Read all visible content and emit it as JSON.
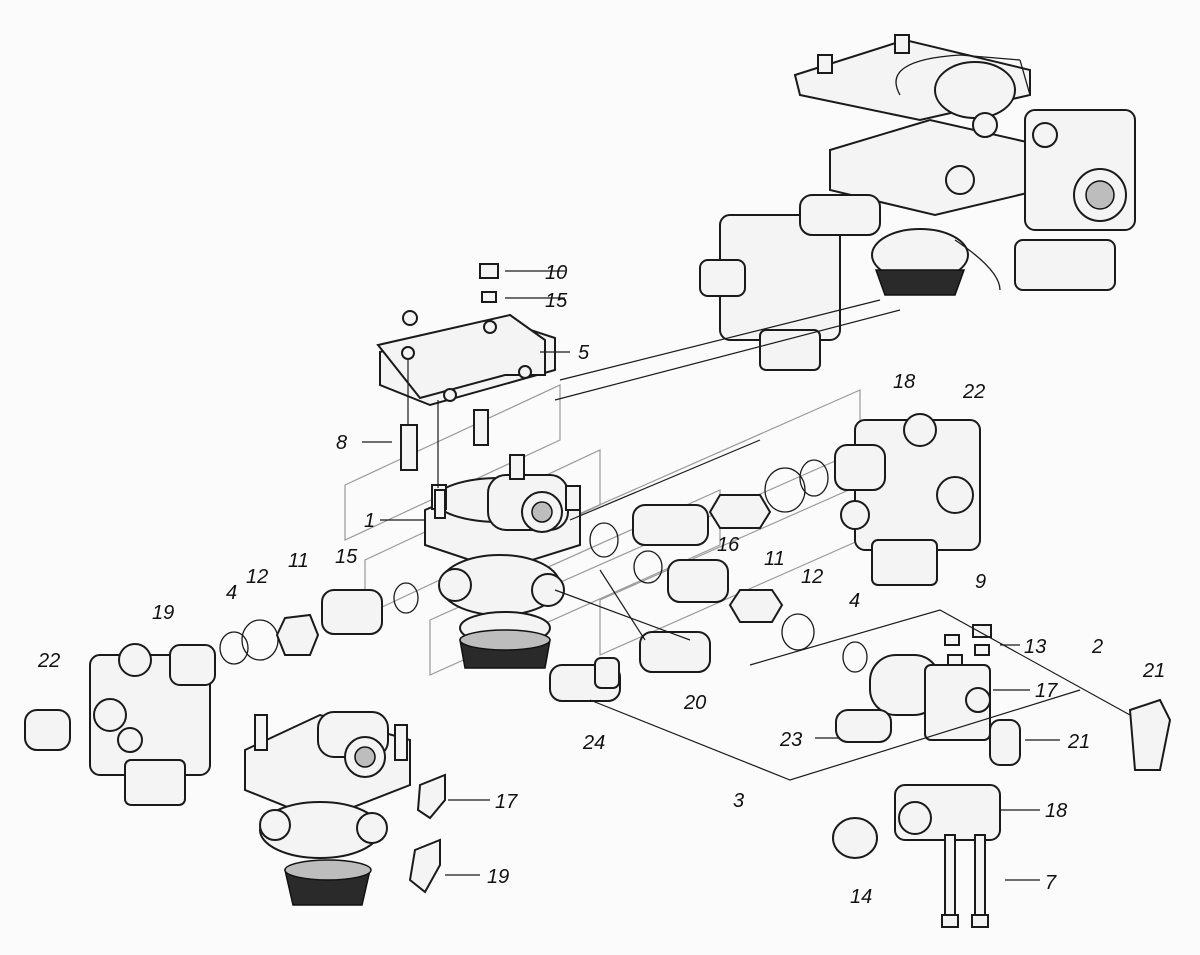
{
  "diagram": {
    "callouts": [
      "1",
      "2",
      "3",
      "4",
      "4",
      "5",
      "7",
      "8",
      "9",
      "10",
      "11",
      "11",
      "12",
      "12",
      "13",
      "14",
      "15",
      "15",
      "16",
      "17",
      "17",
      "18",
      "18",
      "19",
      "19",
      "20",
      "21",
      "21",
      "22",
      "22",
      "23",
      "24"
    ]
  }
}
